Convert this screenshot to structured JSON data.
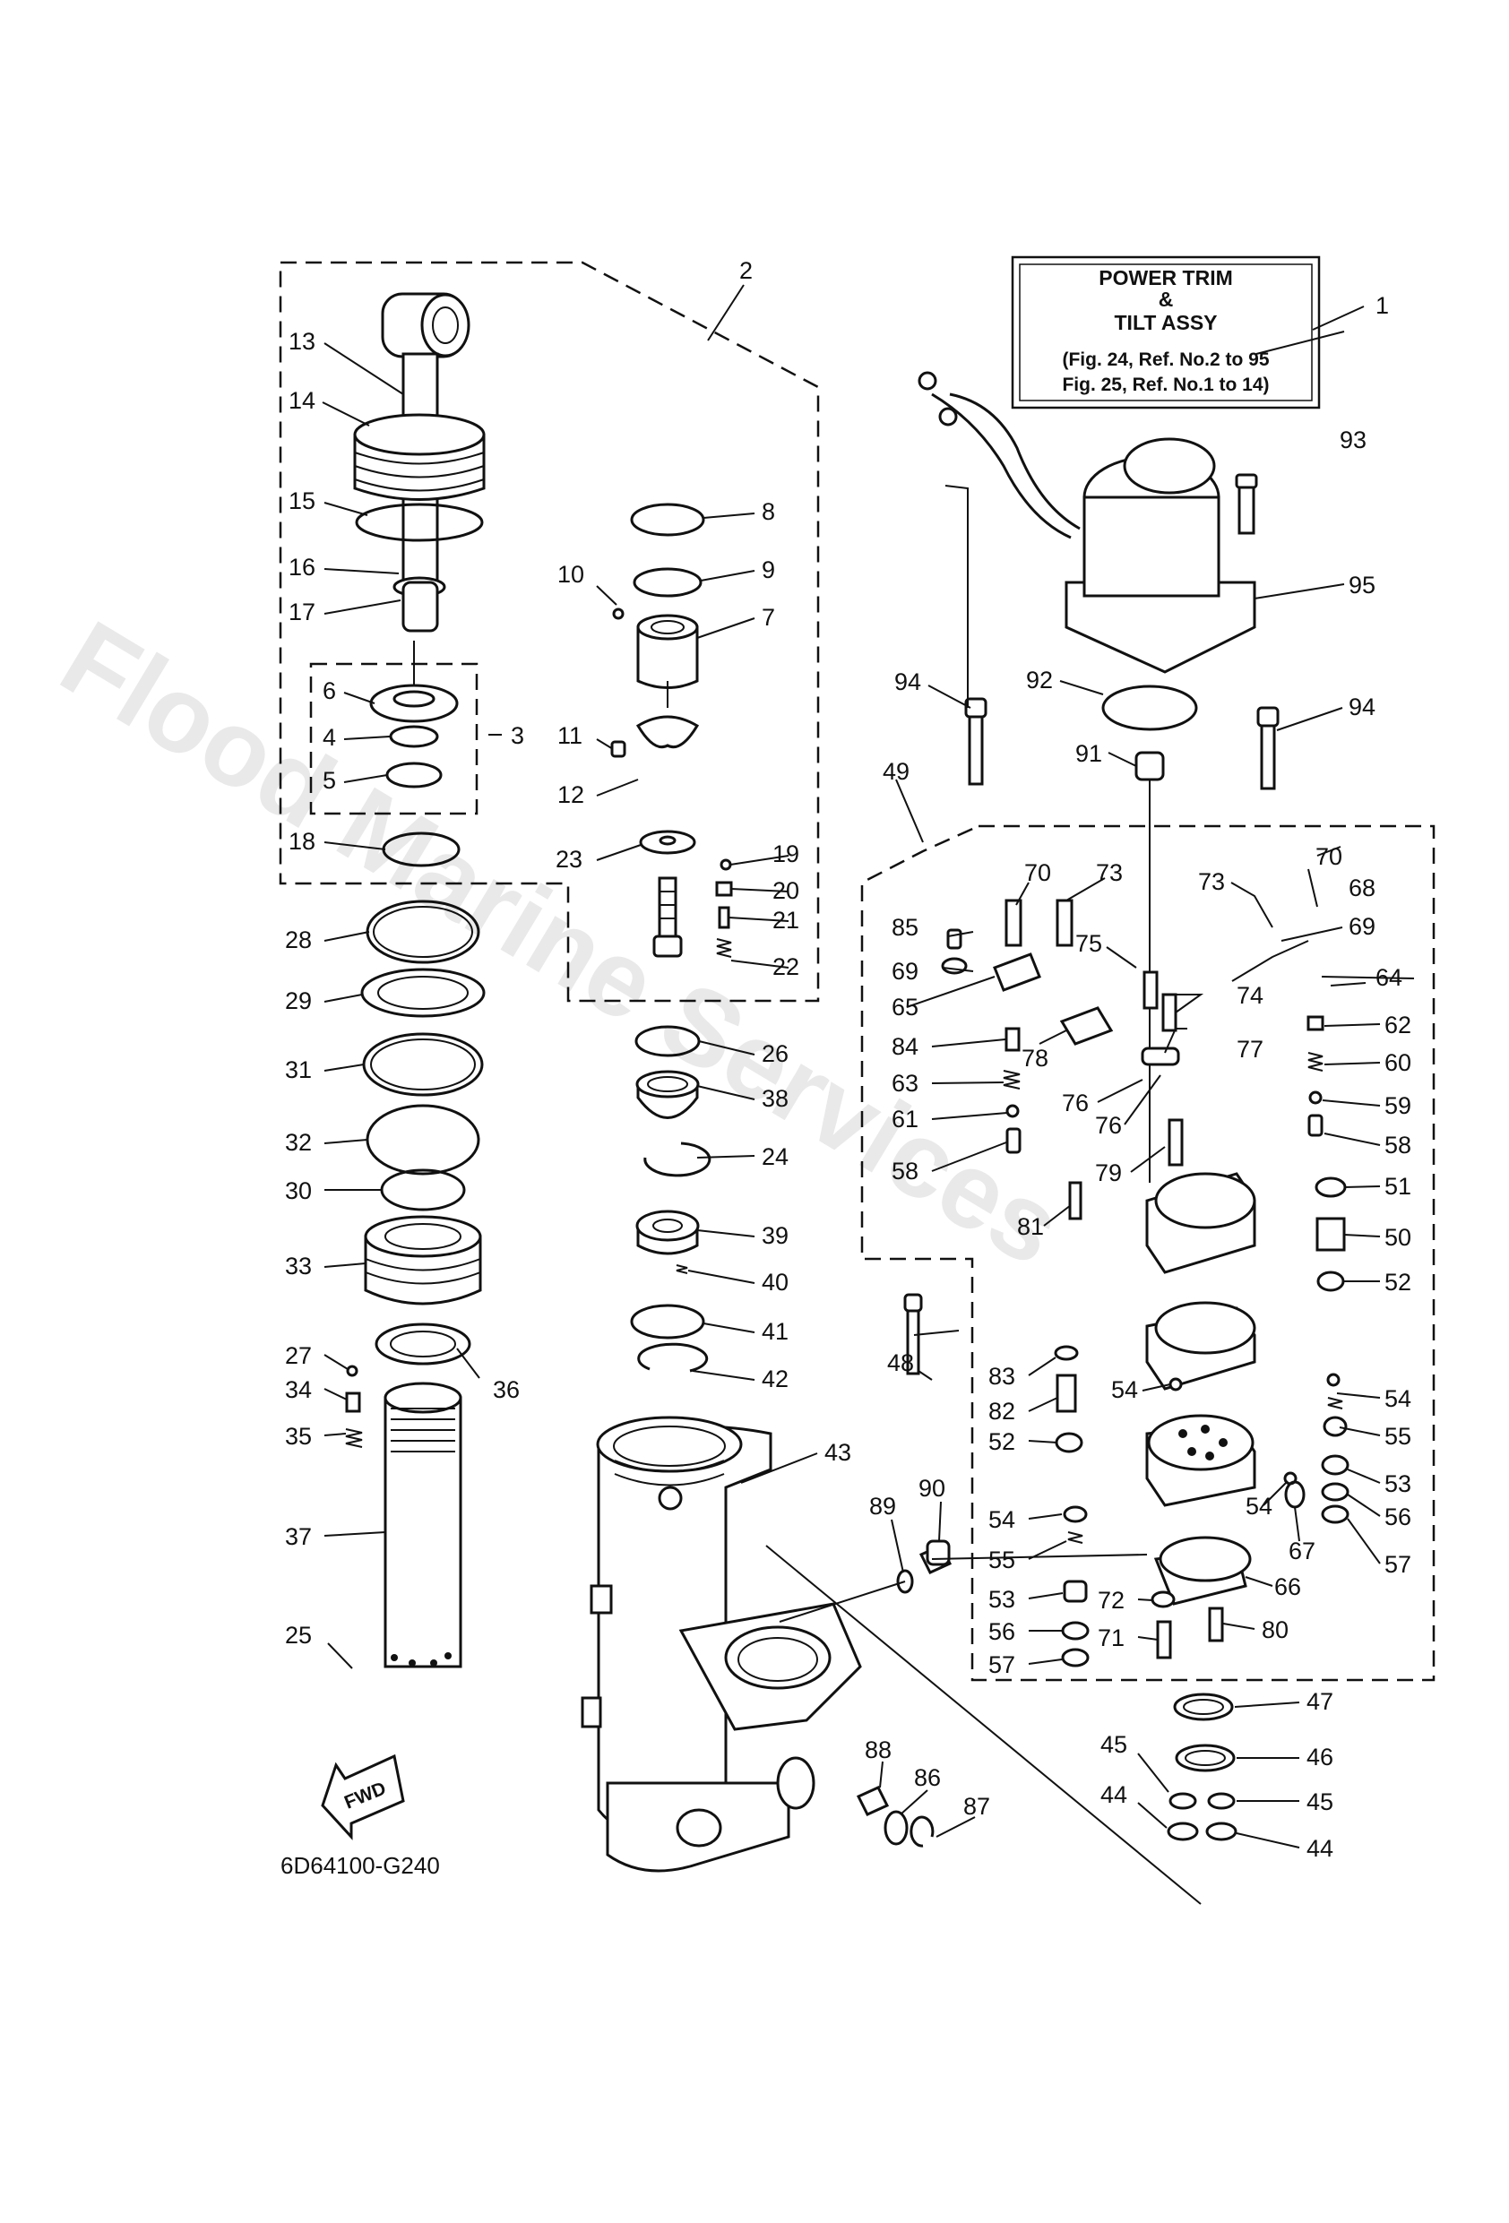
{
  "title_box": {
    "line1": "POWER TRIM",
    "line2": "&",
    "line3": "TILT ASSY",
    "ref1": "(Fig. 24, Ref. No.2 to 95",
    "ref2": "Fig. 25, Ref. No.1 to 14)"
  },
  "diagram_code": "6D64100-G240",
  "fwd_label": "FWD",
  "watermark": "Flood Marine Services",
  "callouts": {
    "c1": "1",
    "c2": "2",
    "c3": "3",
    "c4": "4",
    "c5": "5",
    "c6": "6",
    "c7": "7",
    "c8": "8",
    "c9": "9",
    "c10": "10",
    "c11": "11",
    "c12": "12",
    "c13": "13",
    "c14": "14",
    "c15": "15",
    "c16": "16",
    "c17": "17",
    "c18": "18",
    "c19": "19",
    "c20": "20",
    "c21": "21",
    "c22": "22",
    "c23": "23",
    "c24": "24",
    "c25": "25",
    "c26": "26",
    "c27": "27",
    "c28": "28",
    "c29": "29",
    "c30": "30",
    "c31": "31",
    "c32": "32",
    "c33": "33",
    "c34": "34",
    "c35": "35",
    "c36": "36",
    "c37": "37",
    "c38": "38",
    "c39": "39",
    "c40": "40",
    "c41": "41",
    "c42": "42",
    "c43": "43",
    "c44a": "44",
    "c44b": "44",
    "c45a": "45",
    "c45b": "45",
    "c46": "46",
    "c47": "47",
    "c48": "48",
    "c49": "49",
    "c50": "50",
    "c51": "51",
    "c52a": "52",
    "c52b": "52",
    "c53a": "53",
    "c53b": "53",
    "c54a": "54",
    "c54b": "54",
    "c54c": "54",
    "c54d": "54",
    "c55a": "55",
    "c55b": "55",
    "c56a": "56",
    "c56b": "56",
    "c57a": "57",
    "c57b": "57",
    "c58a": "58",
    "c58b": "58",
    "c59": "59",
    "c60": "60",
    "c61": "61",
    "c62": "62",
    "c63": "63",
    "c64": "64",
    "c65": "65",
    "c66": "66",
    "c67": "67",
    "c68": "68",
    "c69a": "69",
    "c69b": "69",
    "c70a": "70",
    "c70b": "70",
    "c71": "71",
    "c72": "72",
    "c73a": "73",
    "c73b": "73",
    "c74": "74",
    "c75": "75",
    "c76a": "76",
    "c76b": "76",
    "c77": "77",
    "c78": "78",
    "c79": "79",
    "c80": "80",
    "c81": "81",
    "c82": "82",
    "c83": "83",
    "c84": "84",
    "c85": "85",
    "c86": "86",
    "c87": "87",
    "c88": "88",
    "c89": "89",
    "c90": "90",
    "c91": "91",
    "c92": "92",
    "c93": "93",
    "c94a": "94",
    "c94b": "94",
    "c95": "95"
  }
}
